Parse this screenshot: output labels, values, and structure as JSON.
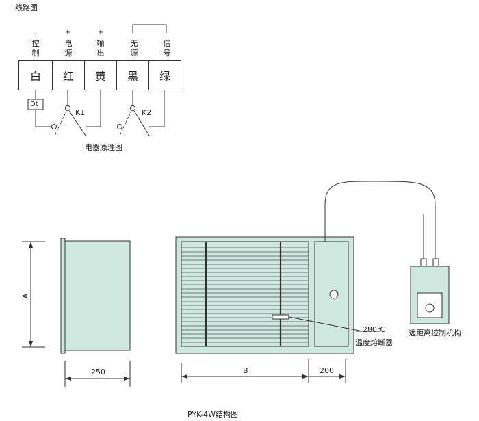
{
  "header": {
    "title": "线路图"
  },
  "terminals": [
    {
      "polarity": "-",
      "label_top": "控",
      "label_bottom": "制",
      "color": "白"
    },
    {
      "polarity": "+",
      "label_top": "电",
      "label_bottom": "源",
      "color": "红"
    },
    {
      "polarity": "+",
      "label_top": "输",
      "label_bottom": "出",
      "color": "黄"
    },
    {
      "polarity": "",
      "label_top": "无",
      "label_bottom": "源",
      "color": "黑"
    },
    {
      "polarity": "",
      "label_top": "信",
      "label_bottom": "号",
      "color": "绿"
    }
  ],
  "circuit": {
    "dt_label": "Dt",
    "k1_label": "K1",
    "k2_label": "K2",
    "caption": "电器原理图"
  },
  "structure": {
    "dim_a": "A",
    "dim_250": "250",
    "dim_b": "B",
    "dim_200": "200",
    "fuse_temp": "280℃",
    "fuse_label": "温度熔断器",
    "remote_label": "远距离控制机构",
    "caption": "PYK-4W结构图"
  },
  "colors": {
    "panel_fill": "#cfe8e0",
    "line": "#333333"
  }
}
